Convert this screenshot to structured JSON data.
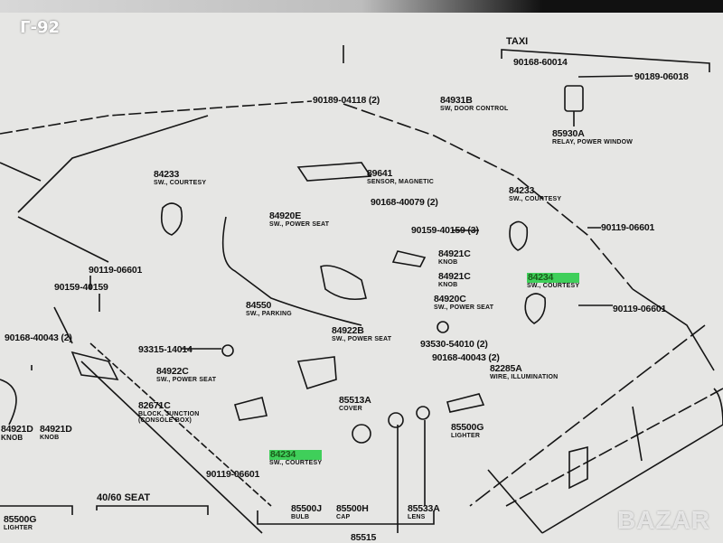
{
  "badge": "Г-92",
  "watermark": "BAZAR",
  "sections": {
    "taxi": "TAXI",
    "seat": "40/60 SEAT"
  },
  "parts": [
    {
      "num": "90168-60014",
      "desc": ""
    },
    {
      "num": "90189-06018",
      "desc": ""
    },
    {
      "num": "85930A",
      "desc": "RELAY, POWER WINDOW"
    },
    {
      "num": "90189-04118 (2)",
      "desc": ""
    },
    {
      "num": "84931B",
      "desc": "SW, DOOR CONTROL"
    },
    {
      "num": "89641",
      "desc": "SENSOR, MAGNETIC"
    },
    {
      "num": "90168-40079 (2)",
      "desc": ""
    },
    {
      "num": "84233",
      "desc": "SW., COURTESY"
    },
    {
      "num": "84233",
      "desc": "SW., COURTESY"
    },
    {
      "num": "84920E",
      "desc": "SW., POWER SEAT"
    },
    {
      "num": "90159-40159 (3)",
      "desc": ""
    },
    {
      "num": "90119-06601",
      "desc": ""
    },
    {
      "num": "84921C",
      "desc": "KNOB"
    },
    {
      "num": "90119-06601",
      "desc": ""
    },
    {
      "num": "90159-40159",
      "desc": ""
    },
    {
      "num": "84921C",
      "desc": "KNOB"
    },
    {
      "num": "84920C",
      "desc": "SW., POWER SEAT"
    },
    {
      "num": "84234",
      "desc": "SW., COURTESY"
    },
    {
      "num": "90119-06601",
      "desc": ""
    },
    {
      "num": "84550",
      "desc": "SW., PARKING"
    },
    {
      "num": "84922B",
      "desc": "SW., POWER SEAT"
    },
    {
      "num": "90168-40043 (2)",
      "desc": ""
    },
    {
      "num": "93315-14014",
      "desc": ""
    },
    {
      "num": "93530-54010 (2)",
      "desc": ""
    },
    {
      "num": "90168-40043 (2)",
      "desc": ""
    },
    {
      "num": "84922C",
      "desc": "SW., POWER SEAT"
    },
    {
      "num": "82285A",
      "desc": "WIRE, ILLUMINATION"
    },
    {
      "num": "85513A",
      "desc": "COVER"
    },
    {
      "num": "82671C",
      "desc": "BLOCK, JUNCTION",
      "desc2": "(CONSOLE BOX)"
    },
    {
      "num": "84921D",
      "desc": "KNOB"
    },
    {
      "num": "84921D",
      "desc": "KNOB"
    },
    {
      "num": "85500G",
      "desc": "LIGHTER"
    },
    {
      "num": "84234",
      "desc": "SW., COURTESY"
    },
    {
      "num": "90119-06601",
      "desc": ""
    },
    {
      "num": "85500G",
      "desc": "LIGHTER"
    },
    {
      "num": "85500J",
      "desc": "BULB"
    },
    {
      "num": "85500H",
      "desc": "CAP"
    },
    {
      "num": "85533A",
      "desc": "LENS"
    },
    {
      "num": "85515",
      "desc": ""
    }
  ]
}
